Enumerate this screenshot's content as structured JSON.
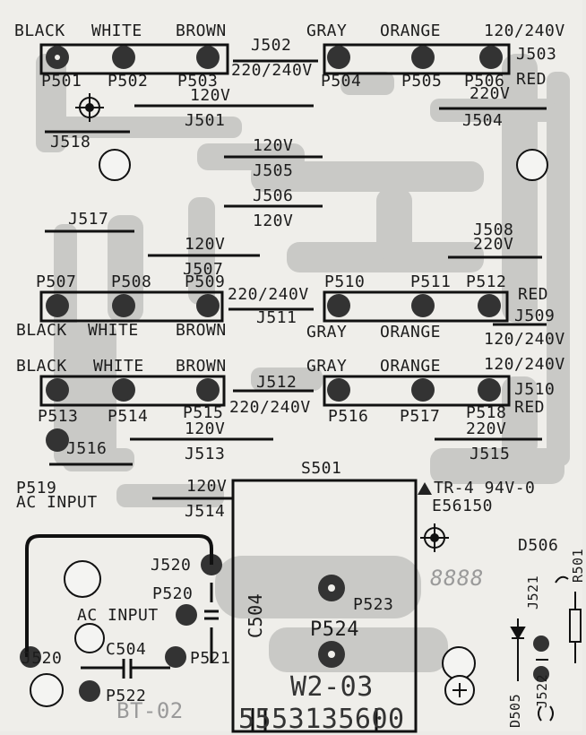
{
  "board": {
    "colors": {
      "background": "#efeeea",
      "trace": "#c9c9c6",
      "ink": "#1c1c1c",
      "pad": "#333333",
      "silk": "#111111"
    },
    "labels": {
      "black1": "BLACK",
      "white1": "WHITE",
      "brown1": "BROWN",
      "gray1": "GRAY",
      "orange1": "ORANGE",
      "v120_240_1": "120/240V",
      "j502": "J502",
      "j502v": "220/240V",
      "j503": "J503",
      "red1": "RED",
      "p501": "P501",
      "p502": "P502",
      "p503": "P503",
      "p504": "P504",
      "p505": "P505",
      "p506": "P506",
      "j501v": "120V",
      "j501": "J501",
      "j504v": "220V",
      "j504": "J504",
      "j518": "J518",
      "j505v": "120V",
      "j505": "J505",
      "j506": "J506",
      "j506v": "120V",
      "j517": "J517",
      "j507v": "120V",
      "j507": "J507",
      "j508": "J508",
      "j508v": "220V",
      "p507": "P507",
      "p508": "P508",
      "p509": "P509",
      "j511v": "220/240V",
      "p510": "P510",
      "p511": "P511",
      "p512": "P512",
      "red2": "RED",
      "black2": "BLACK",
      "white2": "WHITE",
      "brown2": "BROWN",
      "j511": "J511",
      "gray2": "GRAY",
      "orange2": "ORANGE",
      "j509": "J509",
      "v120_240_2": "120/240V",
      "black3": "BLACK",
      "white3": "WHITE",
      "brown3": "BROWN",
      "gray3": "GRAY",
      "orange3": "ORANGE",
      "v120_240_3": "120/240V",
      "j512": "J512",
      "j510": "J510",
      "red3": "RED",
      "p513": "P513",
      "p514": "P514",
      "p515": "P515",
      "j512v": "220/240V",
      "p516": "P516",
      "p517": "P517",
      "p518": "P518",
      "j513v": "120V",
      "j515v": "220V",
      "j516": "J516",
      "j513": "J513",
      "j515": "J515",
      "s501": "S501",
      "p519": "P519",
      "acinput1": "AC INPUT",
      "j514v": "120V",
      "j514": "J514",
      "tr": "TR-4 94V-0",
      "e56150": "E56150",
      "j520a": "J520",
      "p520": "P520",
      "acinput2": "AC INPUT",
      "c504v": "C504",
      "p523": "P523",
      "p524": "P524",
      "j520b": "J520",
      "c504h": "C504",
      "p521": "P521",
      "p522": "P522",
      "w203": "W2-03",
      "bottomcode": "5553135600",
      "ghostcode": "BT-02",
      "seg": "8888",
      "d506": "D506",
      "r501": "R501",
      "j521": "J521",
      "j522": "J522",
      "d505": "D505"
    }
  }
}
